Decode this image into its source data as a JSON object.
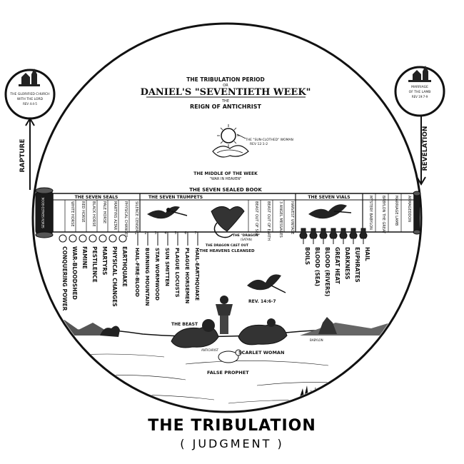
{
  "header": {
    "line1": "THE TRIBULATION PERIOD",
    "line2": "OR",
    "line3": "DANIEL'S \"SEVENTIETH WEEK\"",
    "line4": "THE",
    "line5": "REIGN OF ANTICHRIST"
  },
  "left_medallion": {
    "caption_a": "THE GLORIFIED CHURCH",
    "caption_b": "WITH THE LORD",
    "caption_c": "REV 4:4-5",
    "vertical_label": "RAPTURE"
  },
  "right_medallion": {
    "caption_a": "MARRIAGE",
    "caption_b": "OF THE LAMB",
    "caption_c": "REV 19:7-9",
    "vertical_label": "REVELATION"
  },
  "altar_caption": {
    "a": "THE \"SUN-CLOTHED\" WOMAN",
    "b": "REV 12:1-2"
  },
  "middle_week": {
    "a": "THE MIDDLE OF THE WEEK",
    "b": "\"WAR IN HEAVEN\""
  },
  "scroll": {
    "title": "THE SEVEN SEALED BOOK",
    "left_roll_label": "SEVEN SEALED BOOK",
    "sections": {
      "seals": "THE SEVEN SEALS",
      "trumpets": "THE SEVEN TRUMPETS",
      "vials": "THE SEVEN VIALS"
    },
    "seal_columns": [
      "WHITE HORSE",
      "RED HORSE",
      "BLACK HORSE",
      "PALE HORSE",
      "MARTYRS ALTAR",
      "PHYSICAL CHANGES",
      "SILENCE CENSER"
    ],
    "mid_columns": [
      "BEAST OUT OF SEA",
      "BEAST OUT OF EARTH",
      "3 ANGEL MESSAGES",
      "HARVEST VINTAGE"
    ],
    "end_columns": [
      "MYSTERY BABYLON",
      "BABYLON THE GREAT",
      "MARRIAGE LAMB",
      "ARMAGEDDON"
    ]
  },
  "dragon_caption": {
    "a": "THE \"DRAGON\"",
    "b": "(SATAN)",
    "c": "THE DRAGON CAST OUT",
    "d": "THE HEAVENS CLEANSED"
  },
  "seal_judgments": [
    "CONQUERING POWER",
    "WAR-BLOODSHED",
    "FAMINE",
    "PESTILENCE",
    "MARTYRS",
    "PHYSICAL CHANGES",
    "EARTHQUAKE"
  ],
  "trumpet_numbers": [
    "1",
    "2",
    "3",
    "4",
    "5",
    "6",
    "7"
  ],
  "trumpet_judgments": [
    "HAIL-FIRE-BLOOD",
    "BURNING MOUNTAIN",
    "STAR WORMWOOD",
    "SUN SMITTEN",
    "PLAGUE LOCUSTS",
    "PLAGUE HORSEMEN",
    "HAIL-EARTHQUAKE"
  ],
  "vial_judgments": [
    "BOILS",
    "BLOOD (SEA)",
    "BLOOD (RIVERS)",
    "GREAT HEAT",
    "DARKNESS",
    "EUPHRATES",
    "HAIL"
  ],
  "scene": {
    "rev_ref": "REV. 14:6-7",
    "beast": "THE BEAST",
    "antichrist": "ANTICHRIST",
    "babylon": "BABYLON",
    "scarlet_woman": "SCARLET WOMAN",
    "false_prophet": "FALSE PROPHET"
  },
  "footer": {
    "title": "THE TRIBULATION",
    "subtitle": "( JUDGMENT )"
  }
}
